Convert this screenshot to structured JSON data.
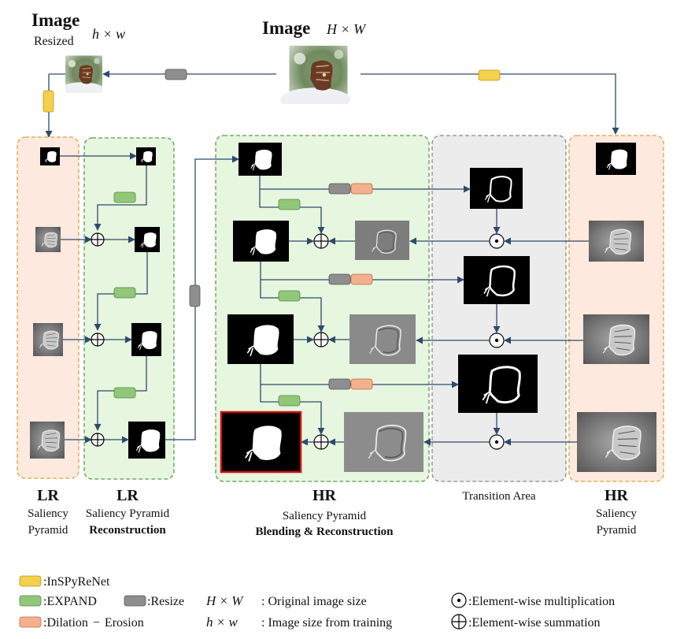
{
  "title_image_resized": {
    "word": "Image",
    "sub": "Resized",
    "size": "h × w"
  },
  "title_image_full": {
    "word": "Image",
    "size": "H × W"
  },
  "columns": {
    "lr_pyramid": {
      "heading": "LR",
      "line1": "Saliency",
      "line2": "Pyramid"
    },
    "lr_reconstruction": {
      "heading": "LR",
      "line1": "Saliency Pyramid",
      "line2": "Reconstruction"
    },
    "hr_blending": {
      "heading": "HR",
      "line1": "Saliency Pyramid",
      "line2": "Blending & Reconstruction"
    },
    "transition": {
      "line1": "Transition Area"
    },
    "hr_pyramid": {
      "heading": "HR",
      "line1": "Saliency",
      "line2": "Pyramid"
    }
  },
  "legend": {
    "inspyrenet": ":InSPyReNet",
    "expand": ":EXPAND",
    "resize": ":Resize",
    "dilation": ":Dilation",
    "minus": "−",
    "erosion": "Erosion",
    "orig_size_sym": "H × W",
    "orig_size_text": ": Original image size",
    "train_size_sym": "h × w",
    "train_size_text": ": Image size from training",
    "mult": ":Element-wise multiplication",
    "sum": ":Element-wise summation"
  },
  "colors": {
    "inspyrenet": "#f5d04a",
    "expand": "#92c77a",
    "resize": "#8e8e8e",
    "dilation": "#f2b08e",
    "lr_bg": "#fde9de",
    "recon_bg": "#e6f6df",
    "transition_bg": "#ececec",
    "arrow": "#2f4a6e",
    "final_border": "#cc1111"
  }
}
